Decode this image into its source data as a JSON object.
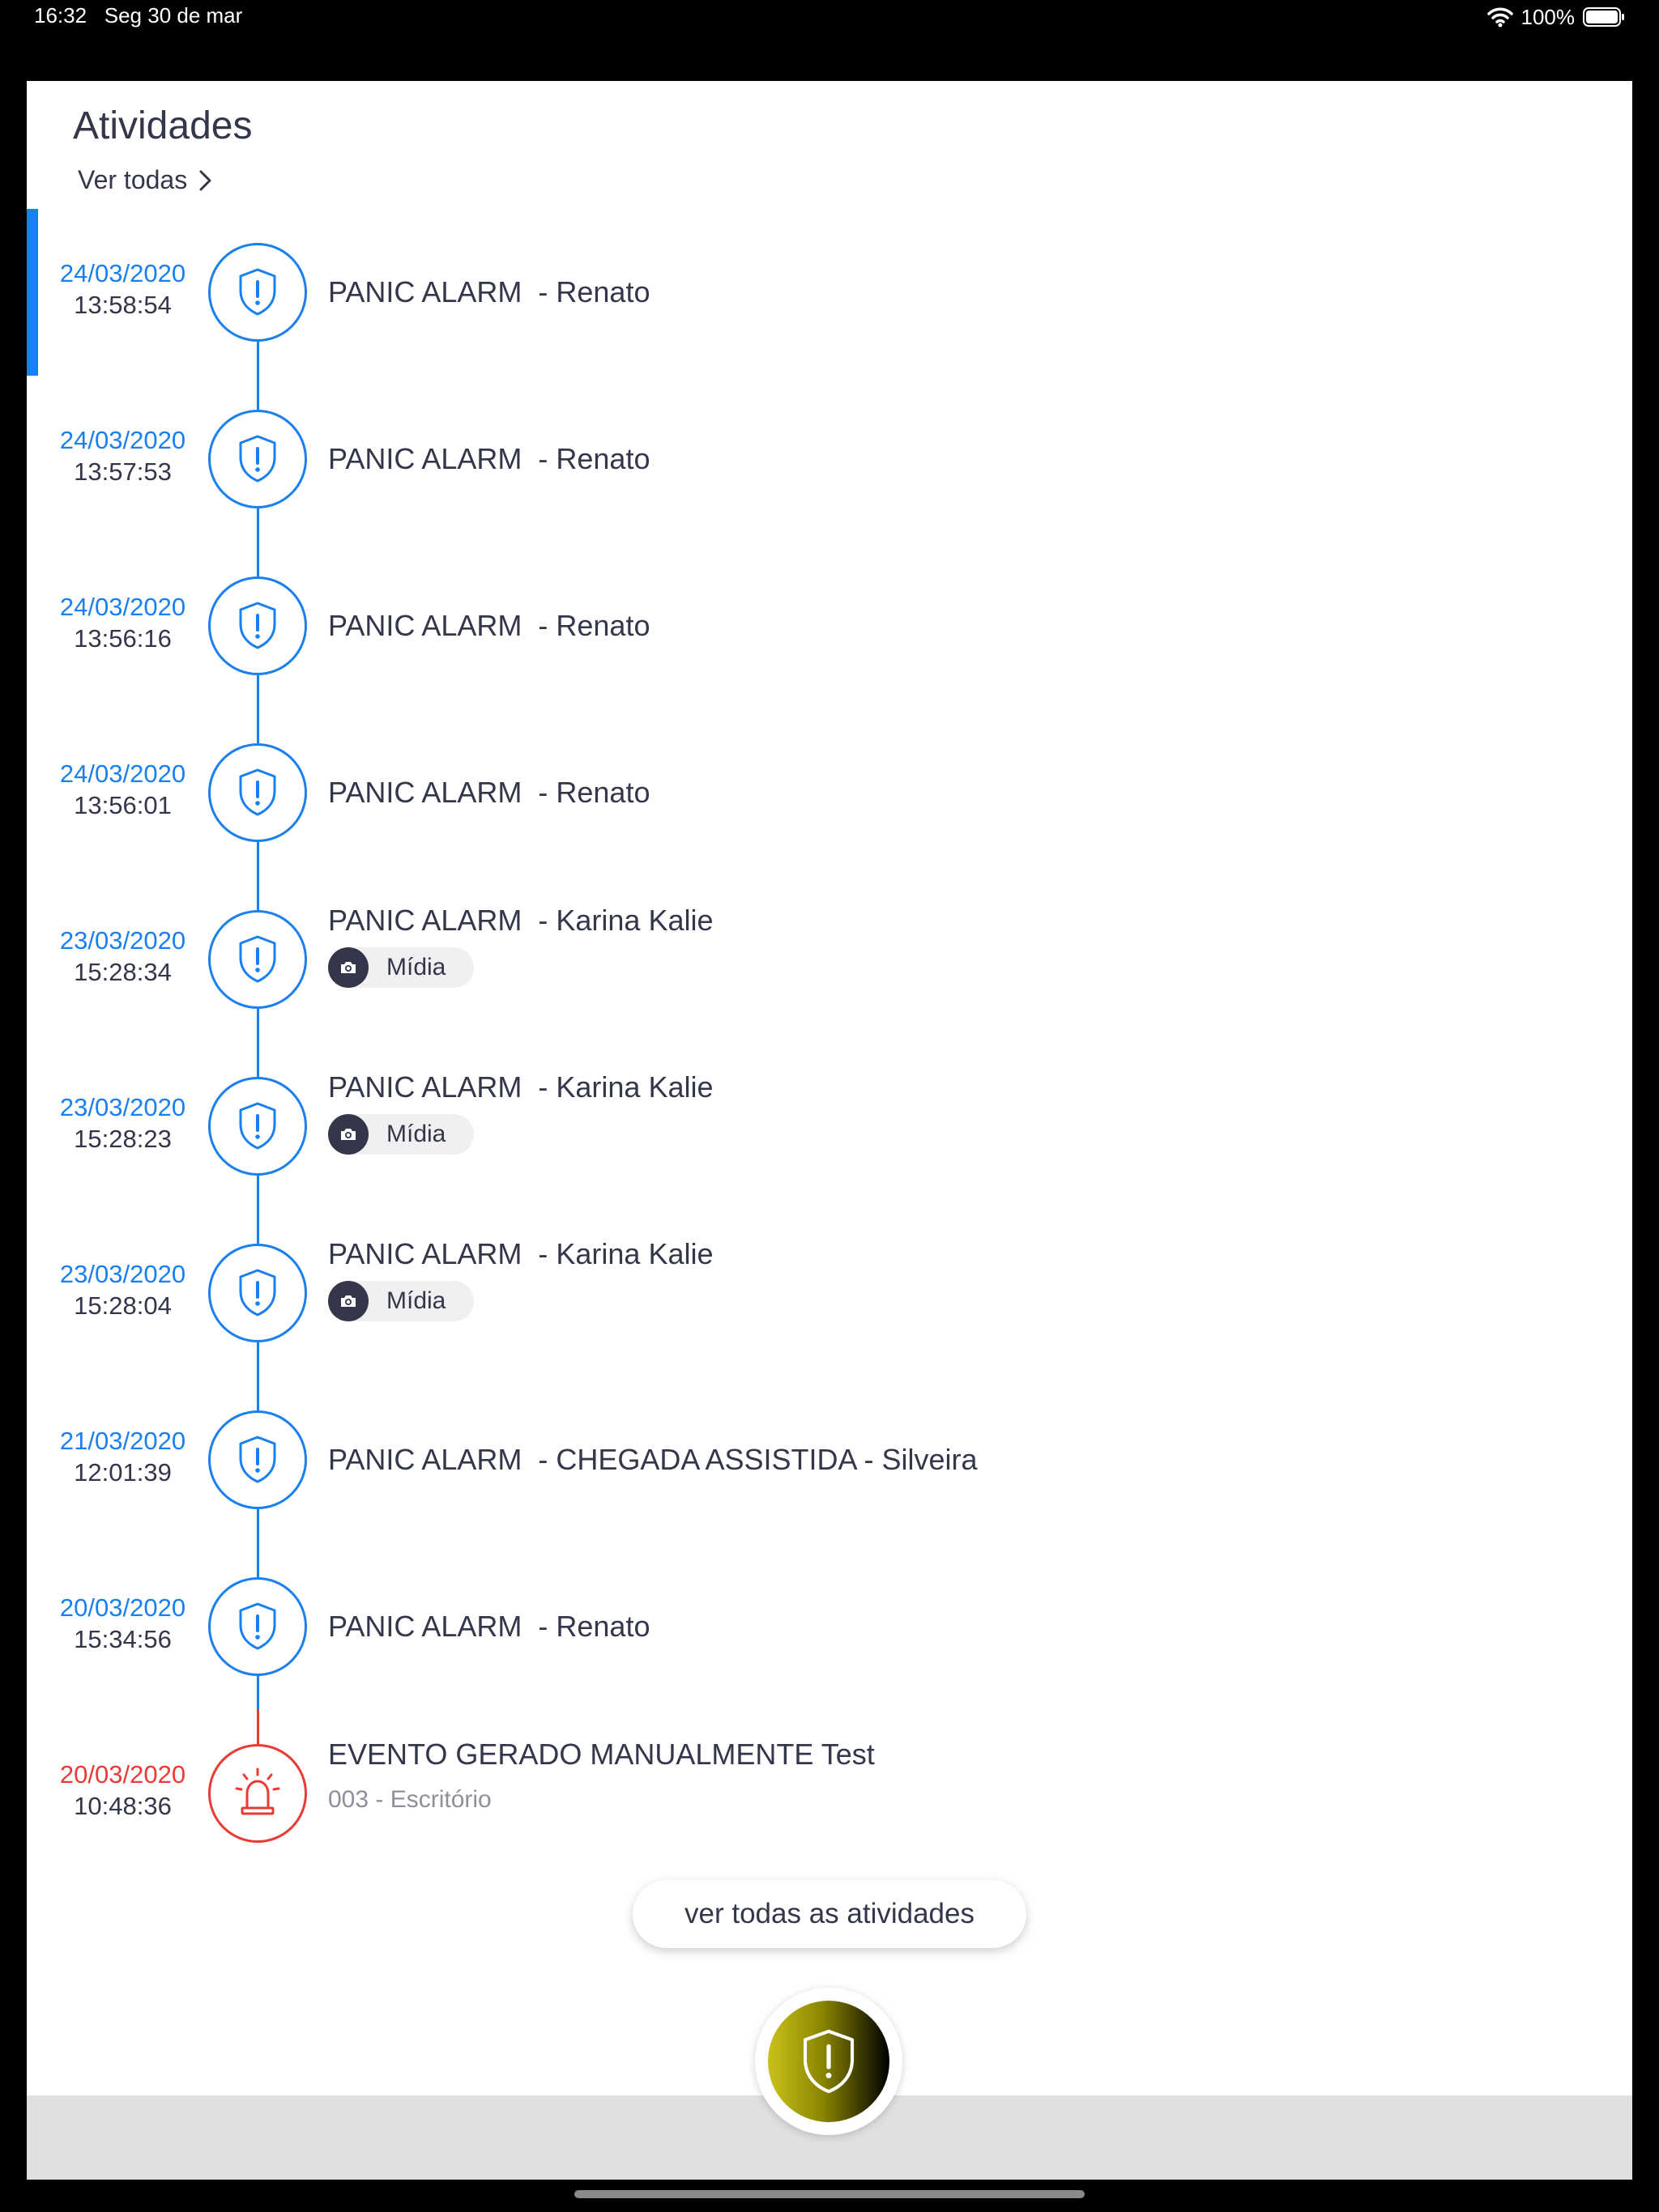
{
  "status_bar": {
    "time": "16:32",
    "date": "Seg 30 de mar",
    "battery": "100%"
  },
  "header": {
    "title": "Atividades",
    "see_all": "Ver todas"
  },
  "activities": [
    {
      "date": "24/03/2020",
      "time": "13:58:54",
      "title": "PANIC ALARM  - Renato"
    },
    {
      "date": "24/03/2020",
      "time": "13:57:53",
      "title": "PANIC ALARM  - Renato"
    },
    {
      "date": "24/03/2020",
      "time": "13:56:16",
      "title": "PANIC ALARM  - Renato"
    },
    {
      "date": "24/03/2020",
      "time": "13:56:01",
      "title": "PANIC ALARM  - Renato"
    },
    {
      "date": "23/03/2020",
      "time": "15:28:34",
      "title": "PANIC ALARM  - Karina Kalie",
      "media": "Mídia"
    },
    {
      "date": "23/03/2020",
      "time": "15:28:23",
      "title": "PANIC ALARM  - Karina Kalie",
      "media": "Mídia"
    },
    {
      "date": "23/03/2020",
      "time": "15:28:04",
      "title": "PANIC ALARM  - Karina Kalie",
      "media": "Mídia"
    },
    {
      "date": "21/03/2020",
      "time": "12:01:39",
      "title": "PANIC ALARM  - CHEGADA ASSISTIDA - Silveira"
    },
    {
      "date": "20/03/2020",
      "time": "15:34:56",
      "title": "PANIC ALARM  - Renato"
    },
    {
      "date": "20/03/2020",
      "time": "10:48:36",
      "title": "EVENTO GERADO MANUALMENTE Test",
      "subtitle": "003 - Escritório"
    }
  ],
  "footer": {
    "see_all_activities": "ver todas as atividades"
  },
  "colors": {
    "accent": "#1a7ff0",
    "alert": "#ea3a35",
    "text": "#34374a"
  }
}
